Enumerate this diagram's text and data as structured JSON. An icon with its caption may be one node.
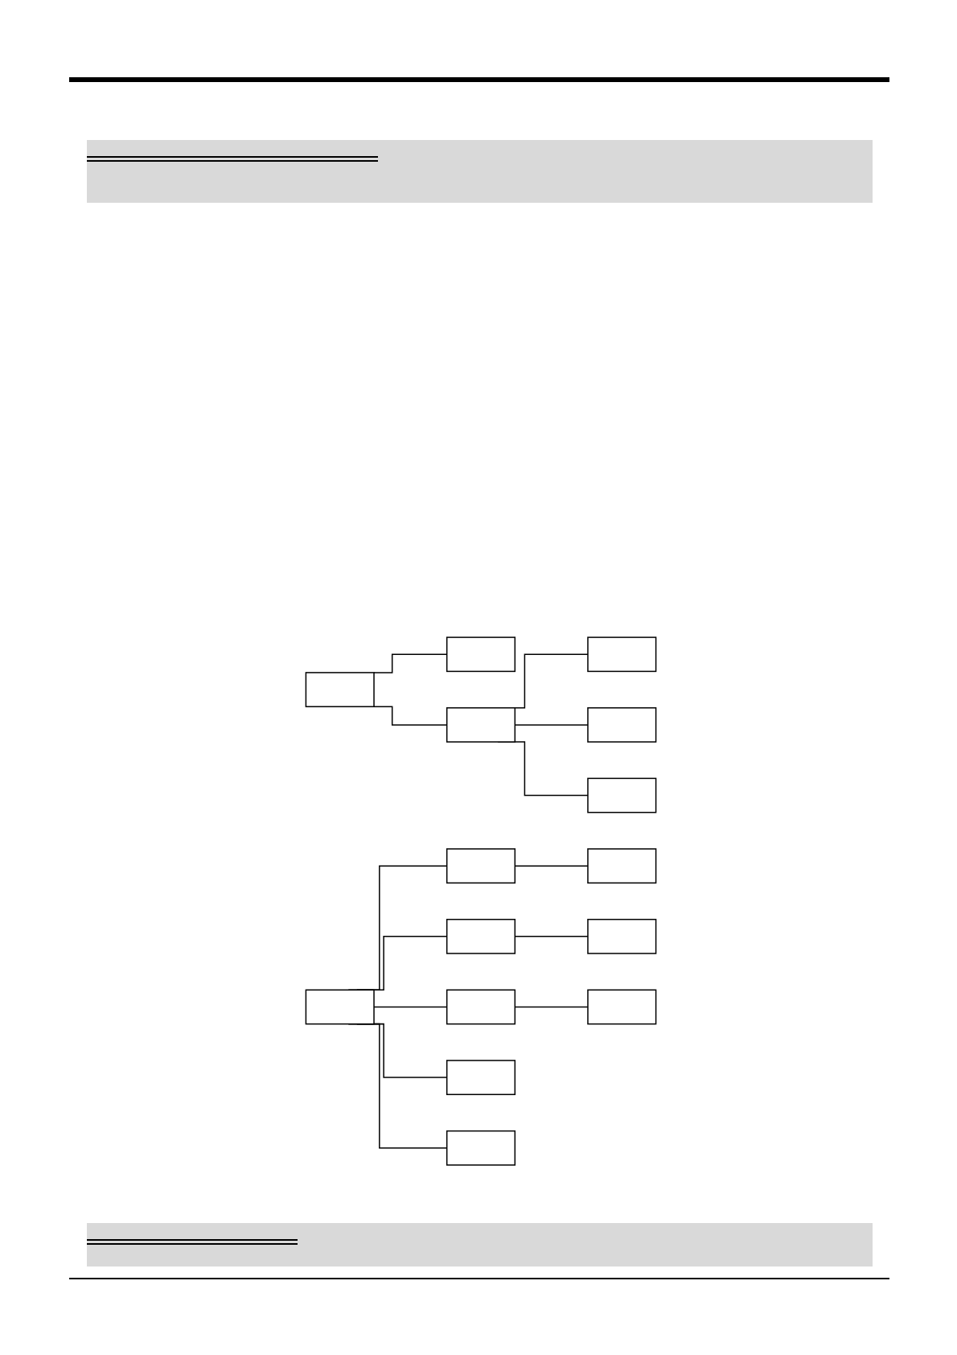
{
  "diagram": {
    "nodes": [
      {
        "text": [],
        "shape": "box"
      },
      {
        "text": [],
        "shape": "box"
      },
      {
        "text": [],
        "shape": "box"
      },
      {
        "text": [],
        "shape": "box"
      },
      {
        "text": [],
        "shape": "box"
      },
      {
        "text": [],
        "shape": "box"
      },
      {
        "text": [],
        "shape": "box"
      },
      {
        "text": [],
        "shape": "box"
      },
      {
        "text": [],
        "shape": "box"
      },
      {
        "text": [],
        "shape": "box"
      },
      {
        "text": [],
        "shape": "box"
      },
      {
        "text": [],
        "shape": "box"
      },
      {
        "text": [],
        "shape": "box"
      },
      {
        "text": [],
        "shape": "box"
      },
      {
        "text": [],
        "shape": "box"
      }
    ],
    "edges": [
      {
        "from": 0,
        "to": 1,
        "arrow": "none"
      },
      {
        "from": 0,
        "to": 2,
        "arrow": "none"
      },
      {
        "from": 2,
        "to": 3,
        "arrow": "none"
      },
      {
        "from": 2,
        "to": 4,
        "arrow": "none"
      },
      {
        "from": 2,
        "to": 5,
        "arrow": "none"
      },
      {
        "from": 6,
        "to": 7,
        "arrow": "none"
      },
      {
        "from": 6,
        "to": 8,
        "arrow": "none"
      },
      {
        "from": 6,
        "to": 9,
        "arrow": "none"
      },
      {
        "from": 6,
        "to": 10,
        "arrow": "none"
      },
      {
        "from": 6,
        "to": 11,
        "arrow": "none"
      },
      {
        "from": 7,
        "to": 12,
        "arrow": "none"
      },
      {
        "from": 8,
        "to": 13,
        "arrow": "none"
      },
      {
        "from": 9,
        "to": 14,
        "arrow": "none"
      }
    ]
  }
}
